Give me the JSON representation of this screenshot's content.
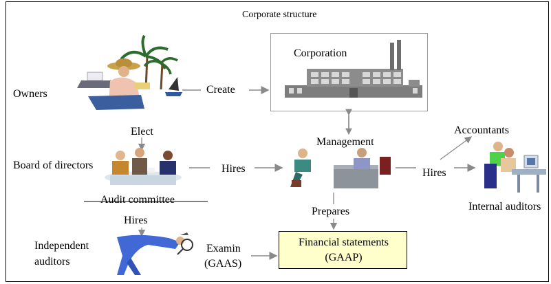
{
  "diagram": {
    "title": "Corporate structure",
    "nodes": {
      "owners": "Owners",
      "corporation": "Corporation",
      "management": "Management",
      "accountants": "Accountants",
      "internal_auditors": "Internal auditors",
      "board": "Board of directors",
      "audit_committee": "Audit committee",
      "independent_line1": "Independent",
      "independent_line2": "auditors",
      "financial_line1": "Financial statements",
      "financial_line2": "(GAAP)"
    },
    "edges": {
      "create": "Create",
      "elect": "Elect",
      "hires_board_mgmt": "Hires",
      "hires_mgmt_internal": "Hires",
      "hires_committee_auditors": "Hires",
      "prepares": "Prepares",
      "examin": "Examin",
      "gaas": "(GAAS)"
    }
  },
  "colors": {
    "line": "#8a8a8a",
    "financial_fill": "#ffffcc",
    "factory": "#7d7d7d"
  }
}
